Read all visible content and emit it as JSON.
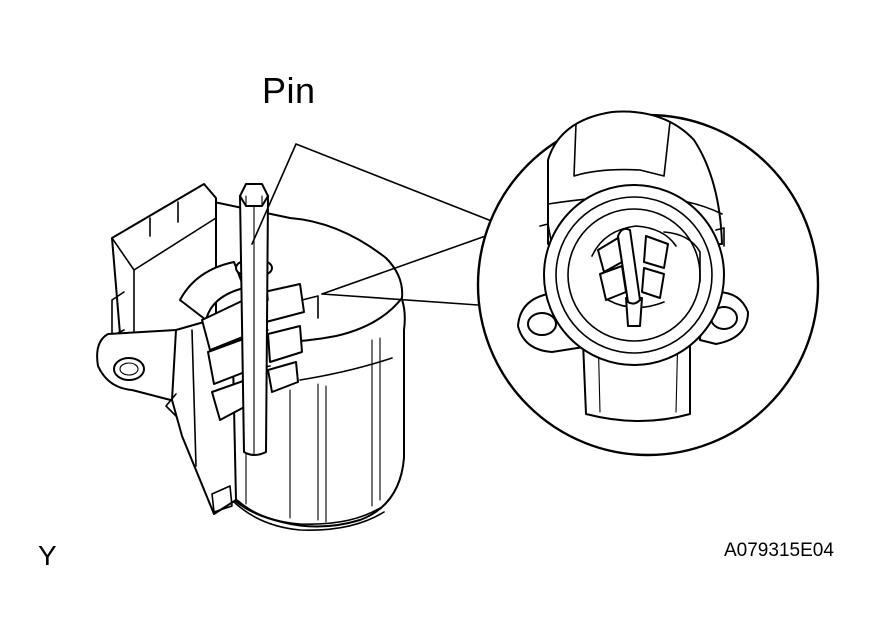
{
  "labels": {
    "pin": "Pin",
    "corner_mark": "Y",
    "figure_code": "A079315E04"
  },
  "colors": {
    "line": "#000000",
    "background": "#ffffff"
  }
}
